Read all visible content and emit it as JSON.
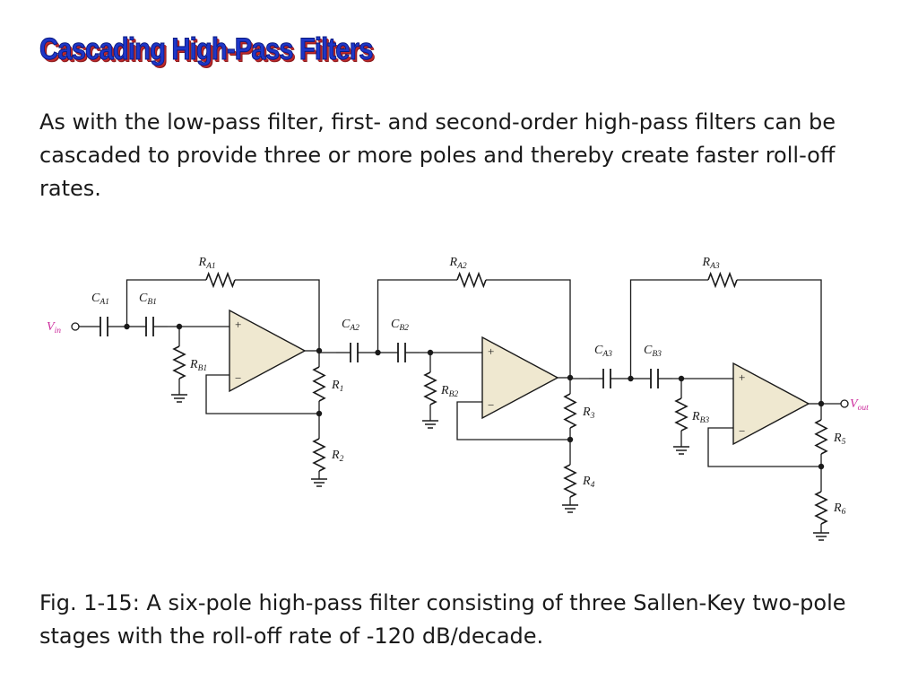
{
  "title": "Cascading High-Pass Filters",
  "intro": "As with the low-pass filter, first- and second-order high-pass filters can be cascaded to provide three or more poles and thereby create faster roll-off rates.",
  "circuit": {
    "input_label": {
      "main": "V",
      "sub": "in"
    },
    "output_label": {
      "main": "V",
      "sub": "out"
    },
    "label_color": "#cc2a9c",
    "opamp_fill": "#efe8d0",
    "stages": [
      {
        "ca": {
          "main": "C",
          "sub": "A1"
        },
        "cb": {
          "main": "C",
          "sub": "B1"
        },
        "ra": {
          "main": "R",
          "sub": "A1"
        },
        "rb": {
          "main": "R",
          "sub": "B1"
        },
        "r_top": {
          "main": "R",
          "sub": "1"
        },
        "r_bot": {
          "main": "R",
          "sub": "2"
        },
        "plus": "+",
        "minus": "−"
      },
      {
        "ca": {
          "main": "C",
          "sub": "A2"
        },
        "cb": {
          "main": "C",
          "sub": "B2"
        },
        "ra": {
          "main": "R",
          "sub": "A2"
        },
        "rb": {
          "main": "R",
          "sub": "B2"
        },
        "r_top": {
          "main": "R",
          "sub": "3"
        },
        "r_bot": {
          "main": "R",
          "sub": "4"
        },
        "plus": "+",
        "minus": "−"
      },
      {
        "ca": {
          "main": "C",
          "sub": "A3"
        },
        "cb": {
          "main": "C",
          "sub": "B3"
        },
        "ra": {
          "main": "R",
          "sub": "A3"
        },
        "rb": {
          "main": "R",
          "sub": "B3"
        },
        "r_top": {
          "main": "R",
          "sub": "5"
        },
        "r_bot": {
          "main": "R",
          "sub": "6"
        },
        "plus": "+",
        "minus": "−"
      }
    ]
  },
  "caption": "Fig. 1-15: A six-pole high-pass filter consisting of three Sallen-Key two-pole stages with the roll-off rate of -120 dB/decade."
}
